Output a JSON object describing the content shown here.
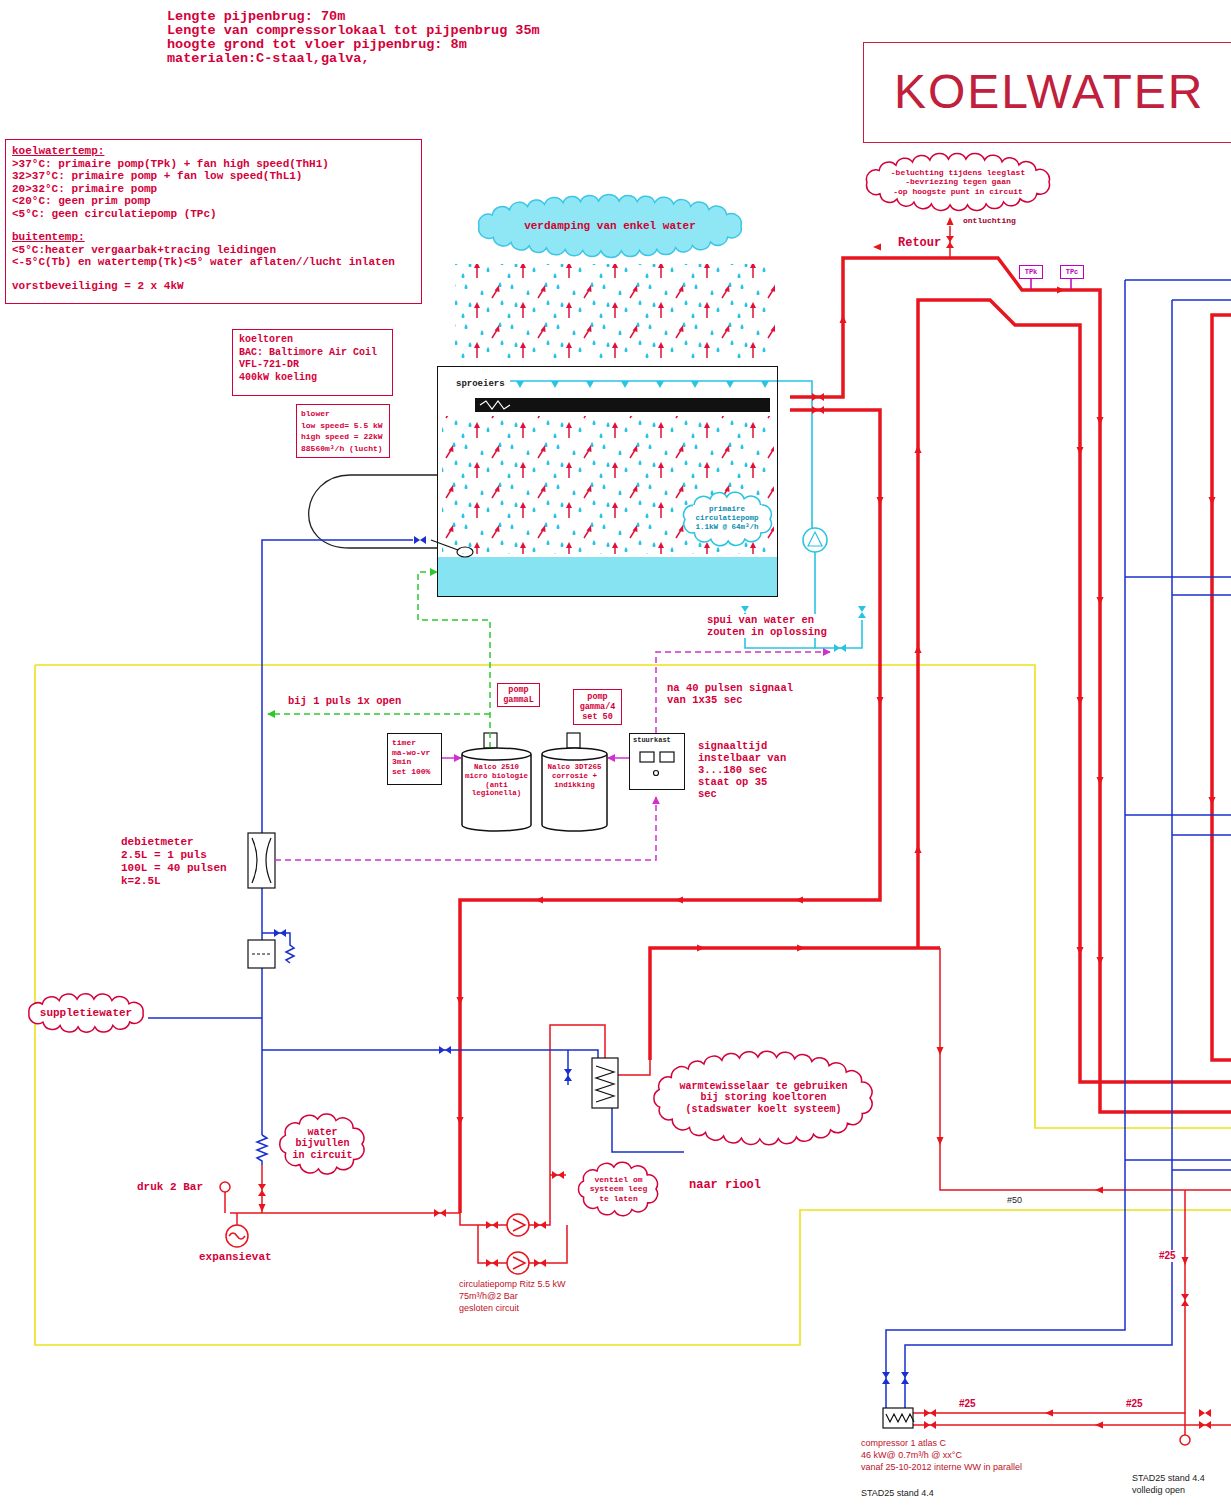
{
  "diagram": {
    "title": "KOELWATER",
    "nodes": [
      {
        "text": [
          "koelwatertemp:",
          ">37°C: primaire pomp(TPk) + fan high speed(ThH1)",
          "32>37°C: primaire pomp + fan low speed(ThL1)",
          "20>32°C: primaire pomp",
          "<20°C: geen prim pomp",
          "<5°C: geen circulatiepomp (TPc)",
          "buitentemp:",
          "<5°C:heater vergaarbak+tracing leidingen",
          "<-5°C(Tb) en watertemp(Tk)<5° water aflaten//lucht inlaten",
          "vorstbeveiliging = 2 x 4kW"
        ]
      },
      {
        "text": [
          "-beluchting tijdens leeglast",
          "-bevriezing tegen gaan",
          "-op hoogste punt in circuit"
        ]
      },
      {
        "text": [
          "verdamping van enkel water"
        ]
      },
      {
        "text": [
          "TPk"
        ]
      },
      {
        "text": [
          "TPc"
        ]
      },
      {
        "text": [
          "koeltoren",
          "BAC: Baltimore Air Coil",
          "VFL-721-DR",
          "400kW koeling"
        ]
      },
      {
        "text": [
          "sproeiers"
        ]
      },
      {
        "text": [
          "primaire circulatiepomp 1.1kW @ 64m³/h"
        ],
        "in": 6
      },
      {
        "text": [
          "blower",
          "low speed= 5.5 kW",
          "high speed = 22kW",
          "88560m³/h (lucht)"
        ]
      },
      {
        "text": [
          "pomp gammaL"
        ]
      },
      {
        "text": [
          "pomp gamma/4 set 50"
        ]
      },
      {
        "text": [
          "timer",
          "ma-wo-vr",
          "3min",
          "set 100%"
        ]
      },
      {
        "text": [
          "Nalco 2510",
          "micro biologie (anti legionella)"
        ]
      },
      {
        "text": [
          "Nalco 3DT265",
          "corrosie + indikking"
        ]
      },
      {
        "text": [
          "stuurkast"
        ]
      },
      {
        "text": [
          "suppletiewater"
        ]
      },
      {
        "text": [
          "warmtewisselaar te gebruiken bij storing koeltoren (stadswater koelt systeem)"
        ]
      },
      {
        "text": [
          "water bijvullen in circuit"
        ]
      },
      {
        "text": [
          "ventiel om systeem leeg te laten"
        ]
      }
    ],
    "edges": [
      {
        "from": 11,
        "to": 12,
        "arrow": "to"
      },
      {
        "from": 14,
        "to": 13,
        "arrow": "to"
      },
      {
        "from": 12,
        "to": 6,
        "arrow": "to"
      }
    ],
    "labels": [
      "Lengte pijpenbrug: 70m",
      "Lengte van compressorlokaal tot pijpenbrug 35m",
      "hoogte grond tot vloer pijpenbrug: 8m",
      "materialen:C-staal,galva,",
      "ontluchting",
      "Retour",
      "spui van water en zouten in oplossing",
      "bij 1 puls 1x open",
      "na 40 pulsen signaal van 1x35 sec",
      "signaaltijd instelbaar van 3...180 sec staat op 35 sec",
      "debietmeter",
      "2.5L = 1 puls",
      "100L = 40 pulsen",
      "k=2.5L",
      "druk 2 Bar",
      "expansievat",
      "naar riool",
      "circulatiepomp Ritz 5.5 kW",
      "75m³/h@2 Bar",
      "gesloten circuit",
      "#50",
      "#25",
      "#25",
      "#25",
      "compressor 1 atlas C",
      "46 kW@ 0.7m³/h @ xx°C",
      "vanaf 25-10-2012 interne WW in parallel",
      "STAD25 stand 4.4",
      "STAD25 stand 4.4 volledig open"
    ]
  }
}
